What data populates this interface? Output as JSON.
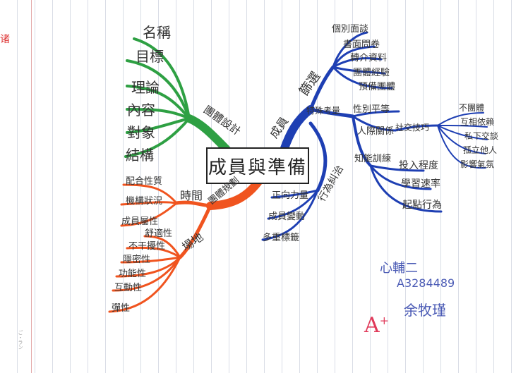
{
  "corner_mark": "诸",
  "center": "成員與準備",
  "green": {
    "branch": "團體設計",
    "items": [
      "名稱",
      "目標",
      "理論",
      "內容",
      "對象",
      "結構"
    ]
  },
  "orange": {
    "branch": "團體規劃",
    "time": {
      "label": "時間",
      "items": [
        "配合性質",
        "機構狀況",
        "成員屬性"
      ]
    },
    "place": {
      "label": "場地",
      "items": [
        "舒適性",
        "不干擾性",
        "隱密性",
        "功能性",
        "互動性",
        "彈性"
      ]
    }
  },
  "blue": {
    "branch": "成員",
    "screening": {
      "label": "篩選",
      "items": [
        "個別面談",
        "書面問卷",
        "轉介資料",
        "團體經驗",
        "預備團體"
      ]
    },
    "special": {
      "label": "特殊考量",
      "items": []
    },
    "gender": {
      "label": "性別平等",
      "items": []
    },
    "relation": {
      "label": "人際關係",
      "sub": "社交技巧",
      "items": [
        "不團體",
        "互相依賴",
        "私下交談",
        "孤立他人",
        "影響氣氛"
      ]
    },
    "cognition": {
      "label": "知能訓練",
      "items": [
        "投入程度",
        "學習速率",
        "起點行為"
      ]
    },
    "behavior": {
      "label": "行為糾治",
      "items": [
        "正向力量",
        "成員變動",
        "多重標籤"
      ]
    }
  },
  "signature": {
    "line1": "心輔二",
    "line2": "A3284489",
    "line3": "余牧瑾"
  },
  "grade": {
    "main": "A",
    "sup": "+"
  },
  "edge_text": "ご・ラン"
}
